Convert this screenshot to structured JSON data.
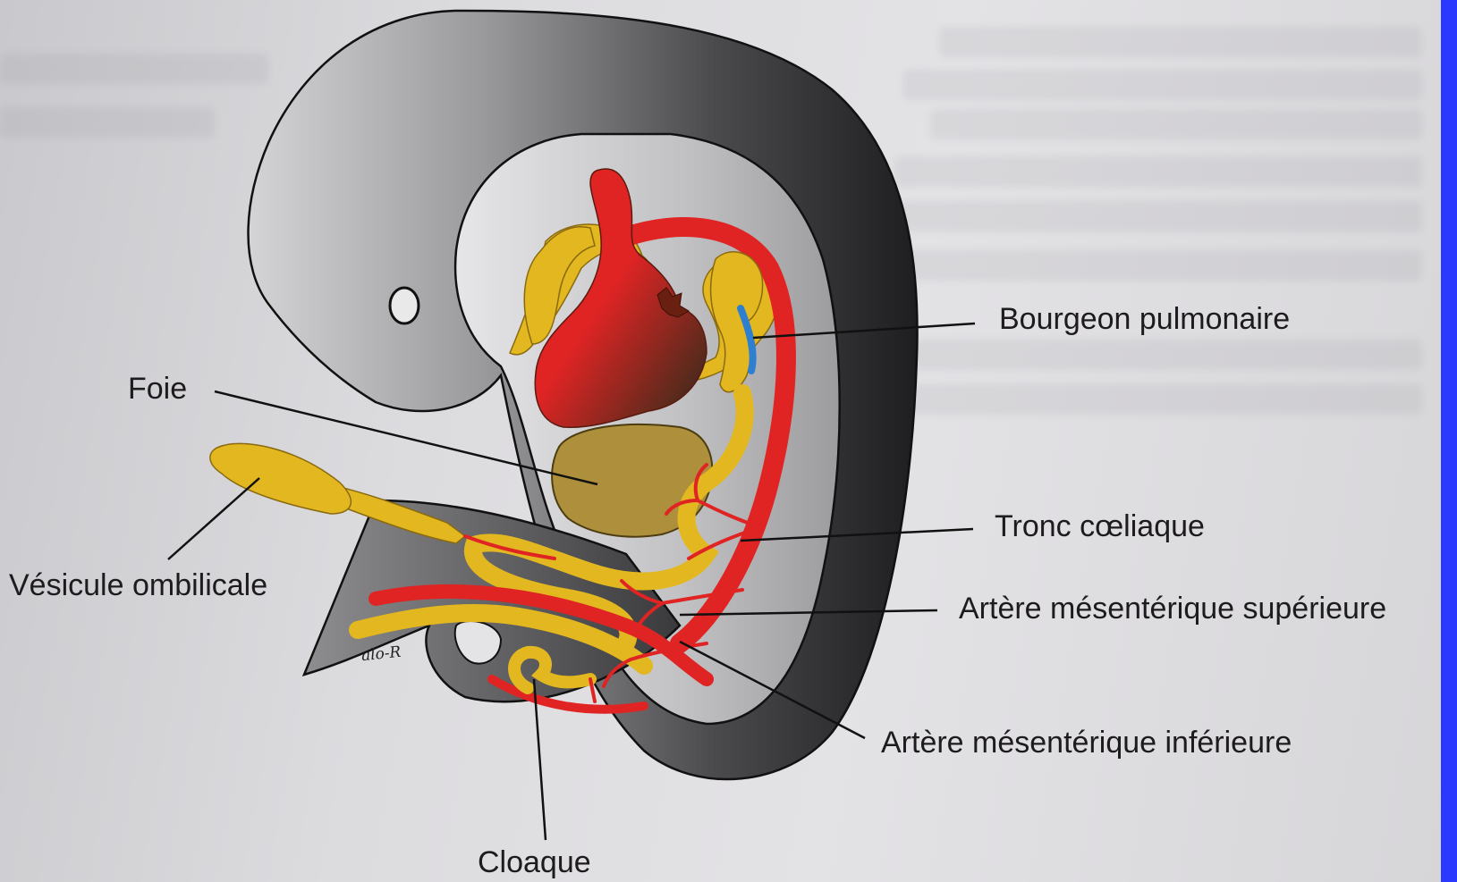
{
  "labels": {
    "bourgeon_pulmonaire": "Bourgeon pulmonaire",
    "foie": "Foie",
    "tronc_coeliaque": "Tronc cœliaque",
    "vesicule_ombilicale": "Vésicule ombilicale",
    "artere_mesenterique_superieure": "Artère mésentérique supérieure",
    "artere_mesenterique_inferieure": "Artère mésentérique inférieure",
    "cloaque": "Cloaque"
  },
  "signature": "alo-R",
  "colors": {
    "artery_red": "#e02424",
    "gut_yellow": "#e2b71f",
    "liver_olive": "#ad8f3c",
    "vein_blue": "#2e7fd0",
    "body_dark": "#2c2c2e",
    "cavity_gray": "#b9b9bb",
    "side_bar_blue": "#2b39ff"
  }
}
